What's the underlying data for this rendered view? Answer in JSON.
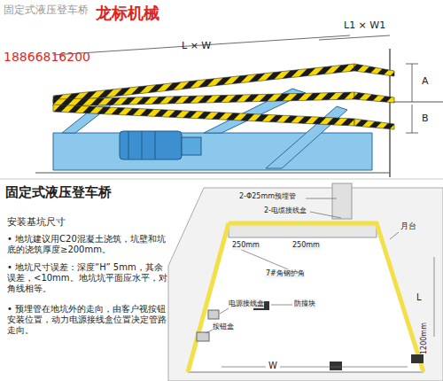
{
  "diagram": {
    "title": "固定式液压登车桥",
    "labels": [
      "固定式液压登车桥",
      "龙标机械",
      "18866816200",
      "L × W",
      "L1 × W1",
      "A",
      "B",
      "安装基坑尺寸",
      "• 地坑建议用C20混凝土浇筑，坑壁和坑底的浇筑厚度≥200mm。",
      "• 地坑尺寸误差：深度“H” 5mm，其余误差，<10mm。地坑坑平面应水平，对角线相等。",
      "• 预埋管在地坑外的走向，由客户视按钮安装位置，动力电源接线盒位置决定管路走向。",
      "2-Φ25mm预埋管",
      "2-电缆接线盒",
      "月台",
      "250mm",
      "250mm",
      "7#角钢护角",
      "电源接线盒",
      "按钮盒",
      "防撞块",
      "W",
      "L",
      "1200mm"
    ]
  }
}
